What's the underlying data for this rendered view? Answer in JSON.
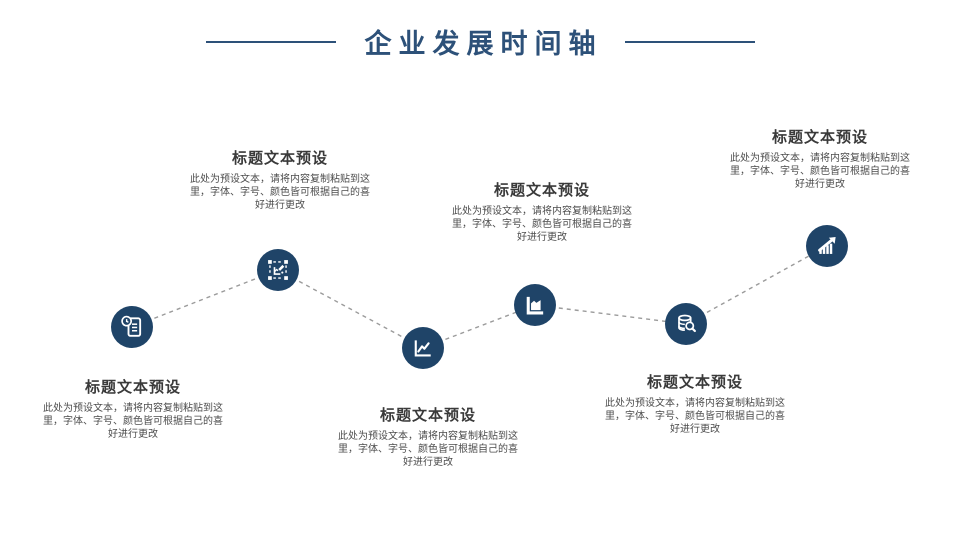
{
  "slide": {
    "title": "企业发展时间轴"
  },
  "timeline": {
    "nodes": [
      {
        "icon": "document-clock-icon",
        "text_position": "below",
        "title": "标题文本预设",
        "body": "此处为预设文本，请将内容复制粘贴到这里，字体、字号、颜色皆可根据自己的喜好进行更改"
      },
      {
        "icon": "plan-artboard-icon",
        "text_position": "above",
        "title": "标题文本预设",
        "body": "此处为预设文本，请将内容复制粘贴到这里，字体、字号、颜色皆可根据自己的喜好进行更改"
      },
      {
        "icon": "line-chart-icon",
        "text_position": "below",
        "title": "标题文本预设",
        "body": "此处为预设文本，请将内容复制粘贴到这里，字体、字号、颜色皆可根据自己的喜好进行更改"
      },
      {
        "icon": "area-chart-icon",
        "text_position": "above",
        "title": "标题文本预设",
        "body": "此处为预设文本，请将内容复制粘贴到这里，字体、字号、颜色皆可根据自己的喜好进行更改"
      },
      {
        "icon": "database-search-icon",
        "text_position": "below",
        "title": "标题文本预设",
        "body": "此处为预设文本，请将内容复制粘贴到这里，字体、字号、颜色皆可根据自己的喜好进行更改"
      },
      {
        "icon": "growth-arrow-icon",
        "text_position": "above",
        "title": "标题文本预设",
        "body": "此处为预设文本，请将内容复制粘贴到这里，字体、字号、颜色皆可根据自己的喜好进行更改"
      }
    ]
  },
  "colors": {
    "accent_navy": "#1F4468",
    "title_blue": "#2d5179",
    "connector_gray": "#9b9b9b",
    "heading_text": "#3a3a3a",
    "body_text": "#4c4c4c",
    "background": "#ffffff"
  }
}
